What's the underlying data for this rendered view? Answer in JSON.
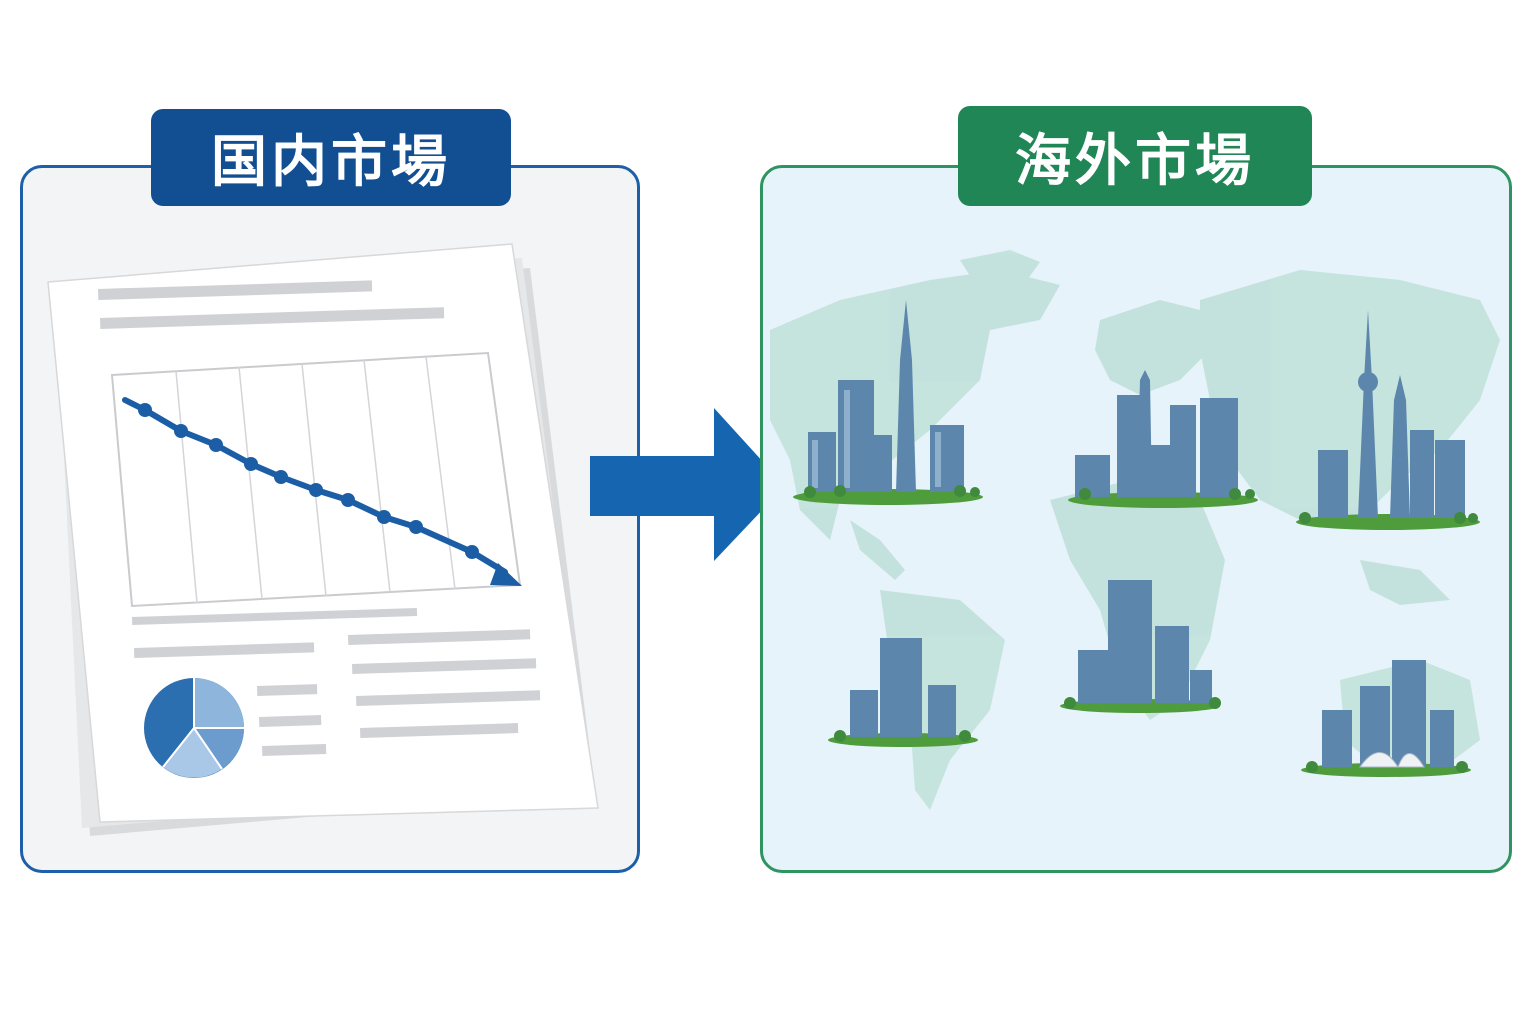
{
  "domestic": {
    "label": "国内市場",
    "color": "#114f92",
    "trend": "declining",
    "icons": [
      "report-document-icon",
      "declining-line-chart-icon",
      "pie-chart-icon"
    ]
  },
  "overseas": {
    "label": "海外市場",
    "color": "#208656",
    "icons": [
      "world-map-icon",
      "city-skyline-icon"
    ],
    "city_count": 6
  },
  "arrow": {
    "color": "#1565b0",
    "icon": "right-arrow-icon"
  }
}
